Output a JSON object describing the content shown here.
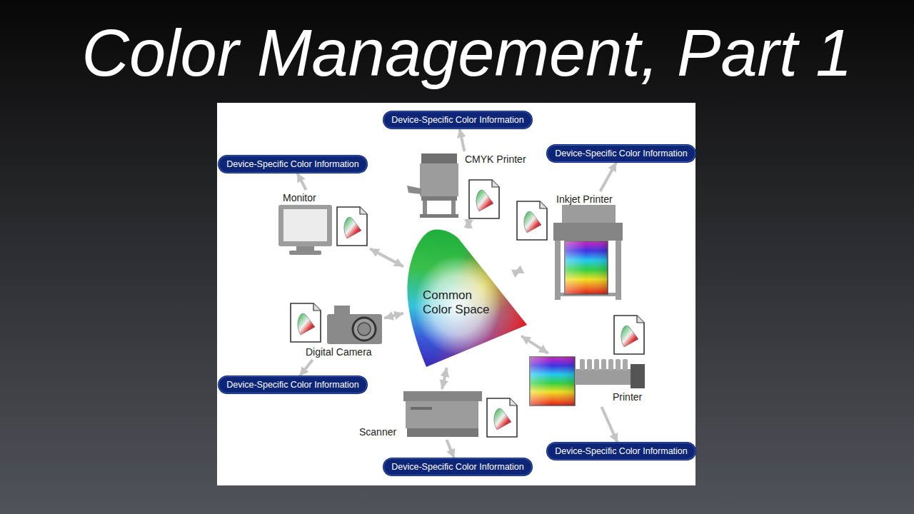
{
  "diagram": {
    "title": "Color Management, Part 1",
    "nodes": [
      {
        "text": [
          "Device-Specific Color Information"
        ]
      },
      {
        "text": [
          "CMYK Printer"
        ]
      },
      {
        "text": [
          "Device-Specific Color Information"
        ]
      },
      {
        "text": [
          "Device-Specific Color Information"
        ]
      },
      {
        "text": [
          "Monitor"
        ]
      },
      {
        "text": [
          "Inkjet Printer"
        ]
      },
      {
        "text": [
          "Common Color Space"
        ]
      },
      {
        "text": [
          "Digital Camera"
        ]
      },
      {
        "text": [
          "Printer"
        ]
      },
      {
        "text": [
          "Device-Specific Color Information"
        ]
      },
      {
        "text": [
          "Scanner"
        ]
      },
      {
        "text": [
          "Device-Specific Color Information"
        ]
      },
      {
        "text": [
          "Device-Specific Color Information"
        ]
      }
    ],
    "edges": [
      {
        "from": 1,
        "to": 6,
        "arrow": "both"
      },
      {
        "from": 1,
        "to": 0,
        "arrow": "to"
      },
      {
        "from": 4,
        "to": 6,
        "arrow": "both"
      },
      {
        "from": 4,
        "to": 2,
        "arrow": "to"
      },
      {
        "from": 5,
        "to": 6,
        "arrow": "both"
      },
      {
        "from": 5,
        "to": 3,
        "arrow": "to"
      },
      {
        "from": 7,
        "to": 6,
        "arrow": "both"
      },
      {
        "from": 7,
        "to": 9,
        "arrow": "to"
      },
      {
        "from": 10,
        "to": 6,
        "arrow": "both"
      },
      {
        "from": 10,
        "to": 11,
        "arrow": "to"
      },
      {
        "from": 8,
        "to": 6,
        "arrow": "both"
      },
      {
        "from": 8,
        "to": 12,
        "arrow": "to"
      }
    ]
  }
}
